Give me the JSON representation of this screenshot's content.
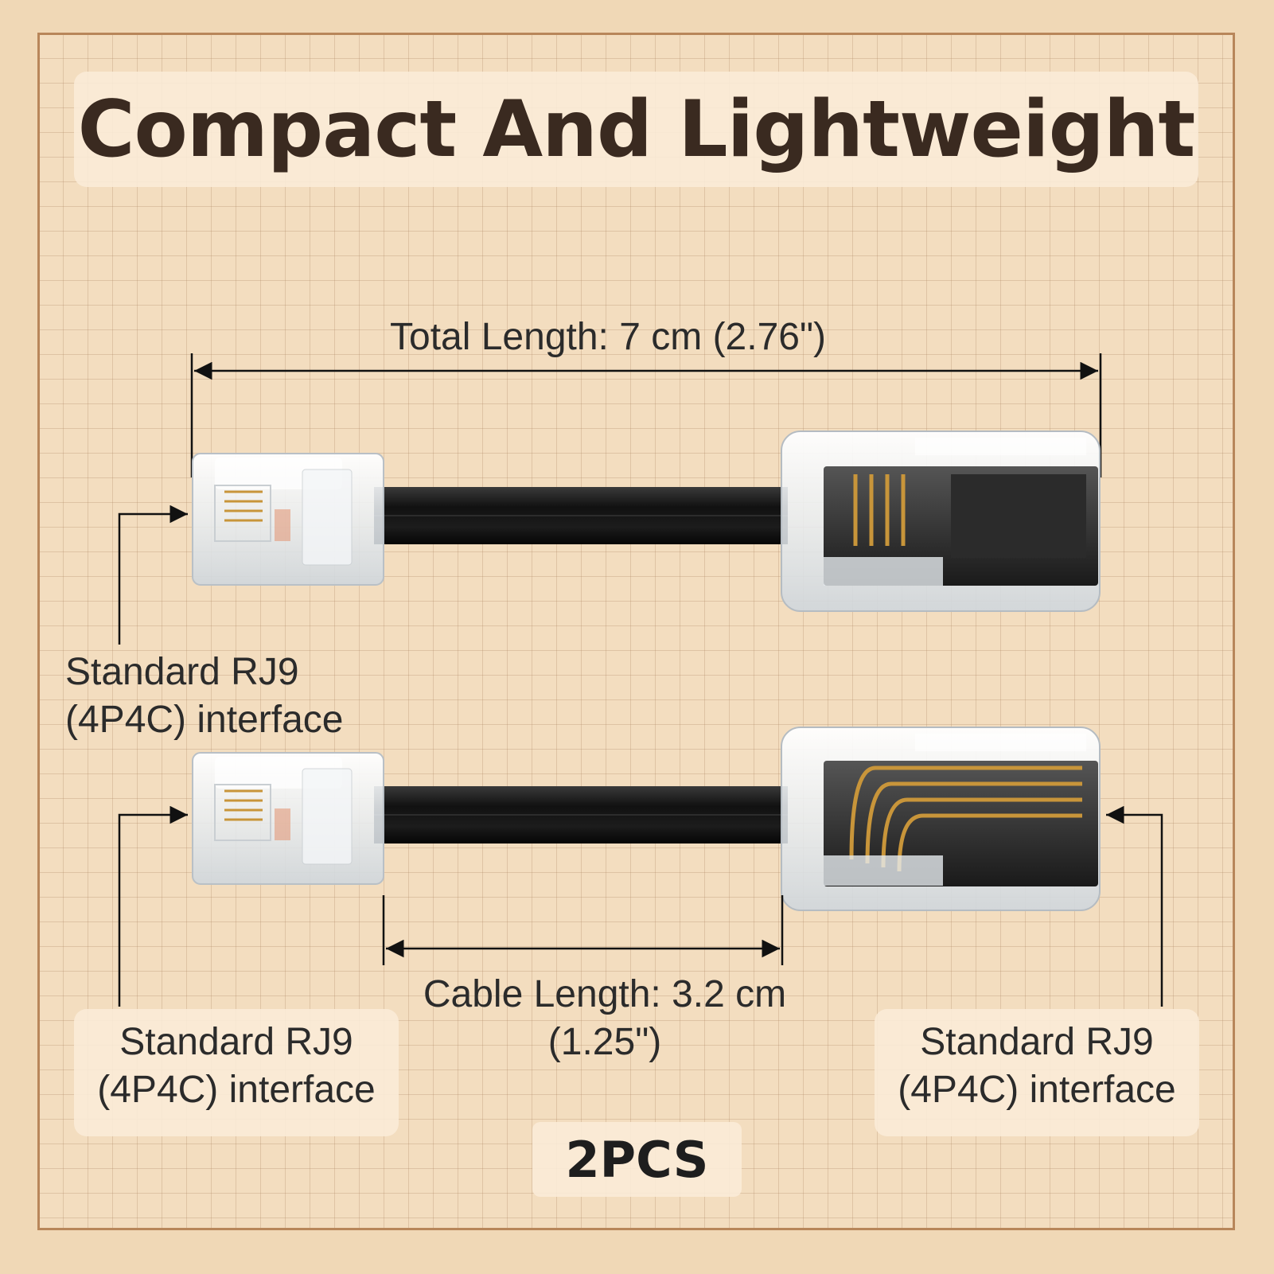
{
  "title": "Compact And Lightweight",
  "total_length": "Total Length: 7 cm (2.76\")",
  "cable_length": {
    "line1": "Cable Length: 3.2 cm",
    "line2": "(1.25\")"
  },
  "interface_label": {
    "line1": "Standard RJ9",
    "line2": "(4P4C) interface"
  },
  "quantity": "2PCS",
  "colors": {
    "background": "#f3ddbf",
    "title_text": "#3a2a20",
    "cable": "#151515",
    "gold_pins": "#c8953a",
    "frame_border": "#b8865a"
  },
  "icons": [
    "rj9-plug-icon",
    "rj9-coupler-icon",
    "dimension-arrow-icon",
    "callout-arrow-icon"
  ]
}
